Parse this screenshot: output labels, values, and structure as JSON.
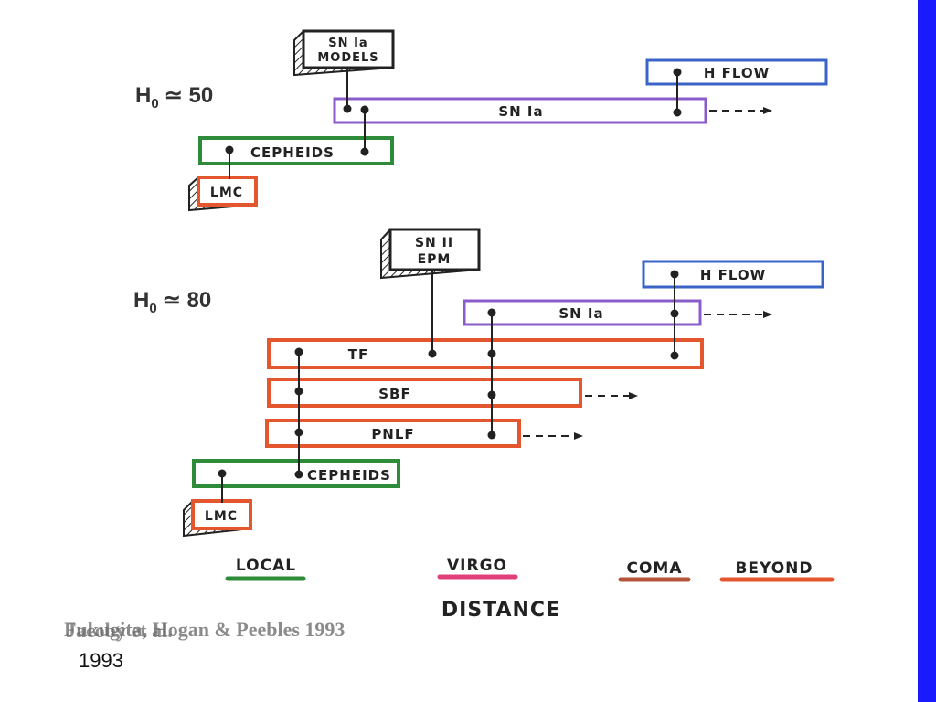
{
  "colors": {
    "edge": "#1a1aff",
    "local": "#2e8b3a",
    "virgo": "#e0407a",
    "coma": "#b5543a",
    "beyond": "#e4572e",
    "snia": "#8a5cc9",
    "hflow": "#3a64c8",
    "cepheids": "#2e8b3a",
    "orange": "#e4572e",
    "ink": "#222222"
  },
  "top_ladder": {
    "h0_label": "H",
    "h0_sub": "0",
    "h0_value": "≃ 50",
    "sn_models_line1": "SN Ia",
    "sn_models_line2": "MODELS",
    "h_flow": "H FLOW",
    "sn_ia": "SN Ia",
    "cepheids": "CEPHEIDS",
    "lmc": "LMC"
  },
  "bottom_ladder": {
    "h0_label": "H",
    "h0_sub": "0",
    "h0_value": "≃ 80",
    "sn_epm_line1": "SN II",
    "sn_epm_line2": "EPM",
    "h_flow": "H FLOW",
    "sn_ia": "SN Ia",
    "tf": "TF",
    "sbf": "SBF",
    "pnlf": "PNLF",
    "cepheids": "CEPHEIDS",
    "lmc": "LMC"
  },
  "distance_scale": {
    "local": "LOCAL",
    "virgo": "VIRGO",
    "coma": "COMA",
    "beyond": "BEYOND",
    "axis_label": "DISTANCE"
  },
  "citation": {
    "overlay_a": "Fukugita, Hogan & Peebles 1993",
    "overlay_b": "Jacoby et al.",
    "year": "1993"
  }
}
